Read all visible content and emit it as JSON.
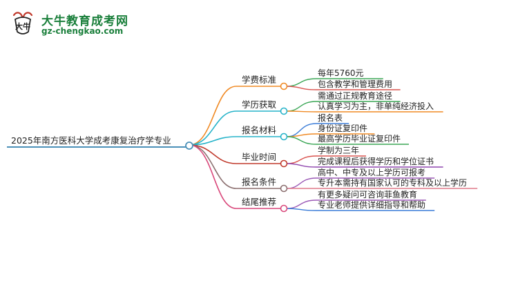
{
  "logo": {
    "brand": "大牛教育成考网",
    "url": "gz-chengkao.com",
    "emblem_text": "大牛"
  },
  "root": {
    "label": "2025年南方医科大学成考康复治疗学专业",
    "color": "#4a90b8"
  },
  "branches": [
    {
      "label": "学费标准",
      "color": "#f08a24",
      "leaves": [
        {
          "label": "每年5760元",
          "color": "#3aa655"
        },
        {
          "label": "包含教学和管理费用",
          "color": "#d9534f"
        }
      ]
    },
    {
      "label": "学历获取",
      "color": "#25b3c9",
      "leaves": [
        {
          "label": "需通过正规教育途径",
          "color": "#3aa655"
        },
        {
          "label": "认真学习为主，非单纯经济投入",
          "color": "#f08a24"
        }
      ]
    },
    {
      "label": "报名材料",
      "color": "#25b3c9",
      "leaves": [
        {
          "label": "报名表",
          "color": "#3b7dd8"
        },
        {
          "label": "身份证复印件",
          "color": "#f08a24"
        },
        {
          "label": "最高学历毕业证复印件",
          "color": "#3aa655"
        }
      ]
    },
    {
      "label": "毕业时间",
      "color": "#c0392b",
      "leaves": [
        {
          "label": "学制为三年",
          "color": "#d9534f"
        },
        {
          "label": "完成课程后获得学历和学位证书",
          "color": "#8e44ad"
        }
      ]
    },
    {
      "label": "报名条件",
      "color": "#8b6f6f",
      "leaves": [
        {
          "label": "高中、中专及以上学历可报考",
          "color": "#9b59b6"
        },
        {
          "label": "专升本需持有国家认可的专科及以上学历",
          "color": "#e07a8a"
        }
      ]
    },
    {
      "label": "结尾推荐",
      "color": "#d9477a",
      "leaves": [
        {
          "label": "有更多疑问可咨询菲鱼教育",
          "color": "#9b59b6"
        },
        {
          "label": "专业老师提供详细指导和帮助",
          "color": "#3b7dd8"
        }
      ]
    }
  ]
}
